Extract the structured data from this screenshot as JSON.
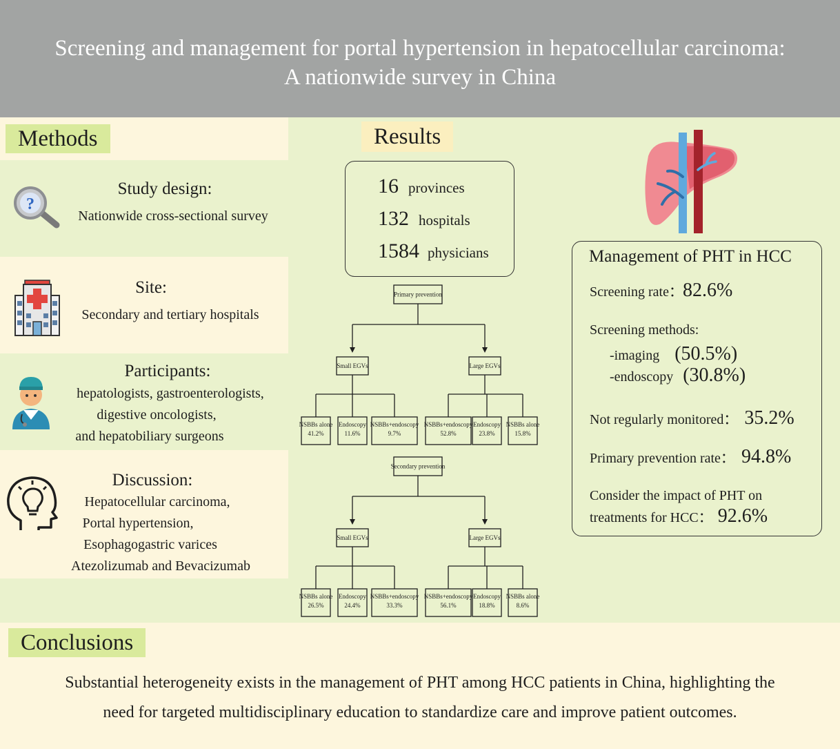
{
  "header": {
    "line1": "Screening and management for portal hypertension in hepatocellular carcinoma:",
    "line2": "A nationwide survey in China"
  },
  "methods": {
    "heading": "Methods",
    "study_design": {
      "title": "Study design:",
      "text": "Nationwide cross-sectional survey"
    },
    "site": {
      "title": "Site:",
      "text": "Secondary and tertiary hospitals"
    },
    "participants": {
      "title": "Participants:",
      "lines": [
        "hepatologists, gastroenterologists,",
        "digestive oncologists,",
        "and hepatobiliary surgeons"
      ]
    },
    "discussion": {
      "title": "Discussion:",
      "lines": [
        "Hepatocellular carcinoma,",
        "Portal hypertension,",
        "Esophagogastric varices",
        "Atezolizumab and Bevacizumab"
      ]
    }
  },
  "results": {
    "heading": "Results",
    "counts": [
      {
        "value": "16",
        "label": "provinces"
      },
      {
        "value": "132",
        "label": "hospitals"
      },
      {
        "value": "1584",
        "label": "physicians"
      }
    ],
    "primary": {
      "root": "Primary prevention",
      "small": "Small EGVs",
      "large": "Large EGVs",
      "small_leaves": [
        {
          "name": "NSBBs alone",
          "pct": "41.2%"
        },
        {
          "name": "Endoscopy",
          "pct": "11.6%"
        },
        {
          "name": "NSBBs+endoscopy",
          "pct": "9.7%"
        }
      ],
      "large_leaves": [
        {
          "name": "NSBBs+endoscopy",
          "pct": "52.8%"
        },
        {
          "name": "Endoscopy",
          "pct": "23.8%"
        },
        {
          "name": "NSBBs alone",
          "pct": "15.8%"
        }
      ]
    },
    "secondary": {
      "root": "Secondary prevention",
      "small": "Small EGVs",
      "large": "Large EGVs",
      "small_leaves": [
        {
          "name": "NSBBs alone",
          "pct": "26.5%"
        },
        {
          "name": "Endoscopy",
          "pct": "24.4%"
        },
        {
          "name": "NSBBs+endoscopy",
          "pct": "33.3%"
        }
      ],
      "large_leaves": [
        {
          "name": "NSBBs+endoscopy",
          "pct": "56.1%"
        },
        {
          "name": "Endoscopy",
          "pct": "18.8%"
        },
        {
          "name": "NSBBs alone",
          "pct": "8.6%"
        }
      ]
    }
  },
  "management": {
    "title": "Management of PHT in HCC",
    "screening_rate_label": "Screening rate：",
    "screening_rate": "82.6%",
    "methods_label": "Screening methods:",
    "imaging_label": "-imaging",
    "imaging": "(50.5%)",
    "endoscopy_label": "-endoscopy",
    "endoscopy": "(30.8%)",
    "not_monitored_label": "Not regularly monitored：",
    "not_monitored": "35.2%",
    "primary_rate_label": "Primary prevention rate：",
    "primary_rate": "94.8%",
    "impact_line1": "Consider the impact of PHT on",
    "impact_line2": "treatments for HCC：",
    "impact": "92.6%"
  },
  "conclusions": {
    "heading": "Conclusions",
    "line1": "Substantial heterogeneity exists in the management of PHT among HCC patients in China, highlighting the",
    "line2": "need for targeted multidisciplinary education to standardize care and improve patient outcomes."
  },
  "colors": {
    "header": "#a2a4a3",
    "panel_green": "#eaf2cd",
    "panel_cream": "#fdf6dd",
    "label_green": "#d9ea9c",
    "label_yellow": "#fbefbf",
    "vein_blue": "#5fa9dd",
    "artery_red": "#a3232b",
    "liver_pink": "#f08a92"
  },
  "icons": [
    "magnifier-question-icon",
    "hospital-icon",
    "doctor-icon",
    "head-lightbulb-icon",
    "liver-icon"
  ]
}
